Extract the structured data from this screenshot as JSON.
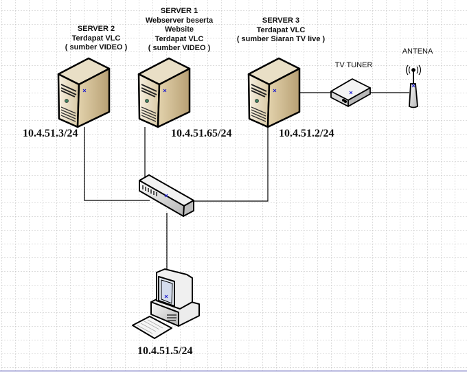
{
  "nodes": {
    "server2": {
      "lines": [
        "SERVER 2",
        "Terdapat VLC",
        "( sumber VIDEO )"
      ],
      "ip": "10.4.51.3/24"
    },
    "server1": {
      "lines": [
        "SERVER 1",
        "Webserver beserta",
        "Website",
        "Terdapat VLC",
        "( sumber VIDEO )"
      ],
      "ip": "10.4.51.65/24"
    },
    "server3": {
      "lines": [
        "SERVER 3",
        "Terdapat VLC",
        "( sumber Siaran TV live )"
      ],
      "ip": "10.4.51.2/24"
    },
    "tv_tuner": {
      "label": "TV TUNER"
    },
    "antenna": {
      "label": "ANTENA"
    },
    "client": {
      "ip": "10.4.51.5/24"
    }
  },
  "icons": [
    "server-icon",
    "switch-icon",
    "tv-tuner-icon",
    "antenna-icon",
    "desktop-computer-icon"
  ],
  "colors": {
    "grid": "#c0c0c0",
    "server_face": "#e8dcc0",
    "server_side": "#c9b48a",
    "selection_marker": "#1a1ad0"
  }
}
